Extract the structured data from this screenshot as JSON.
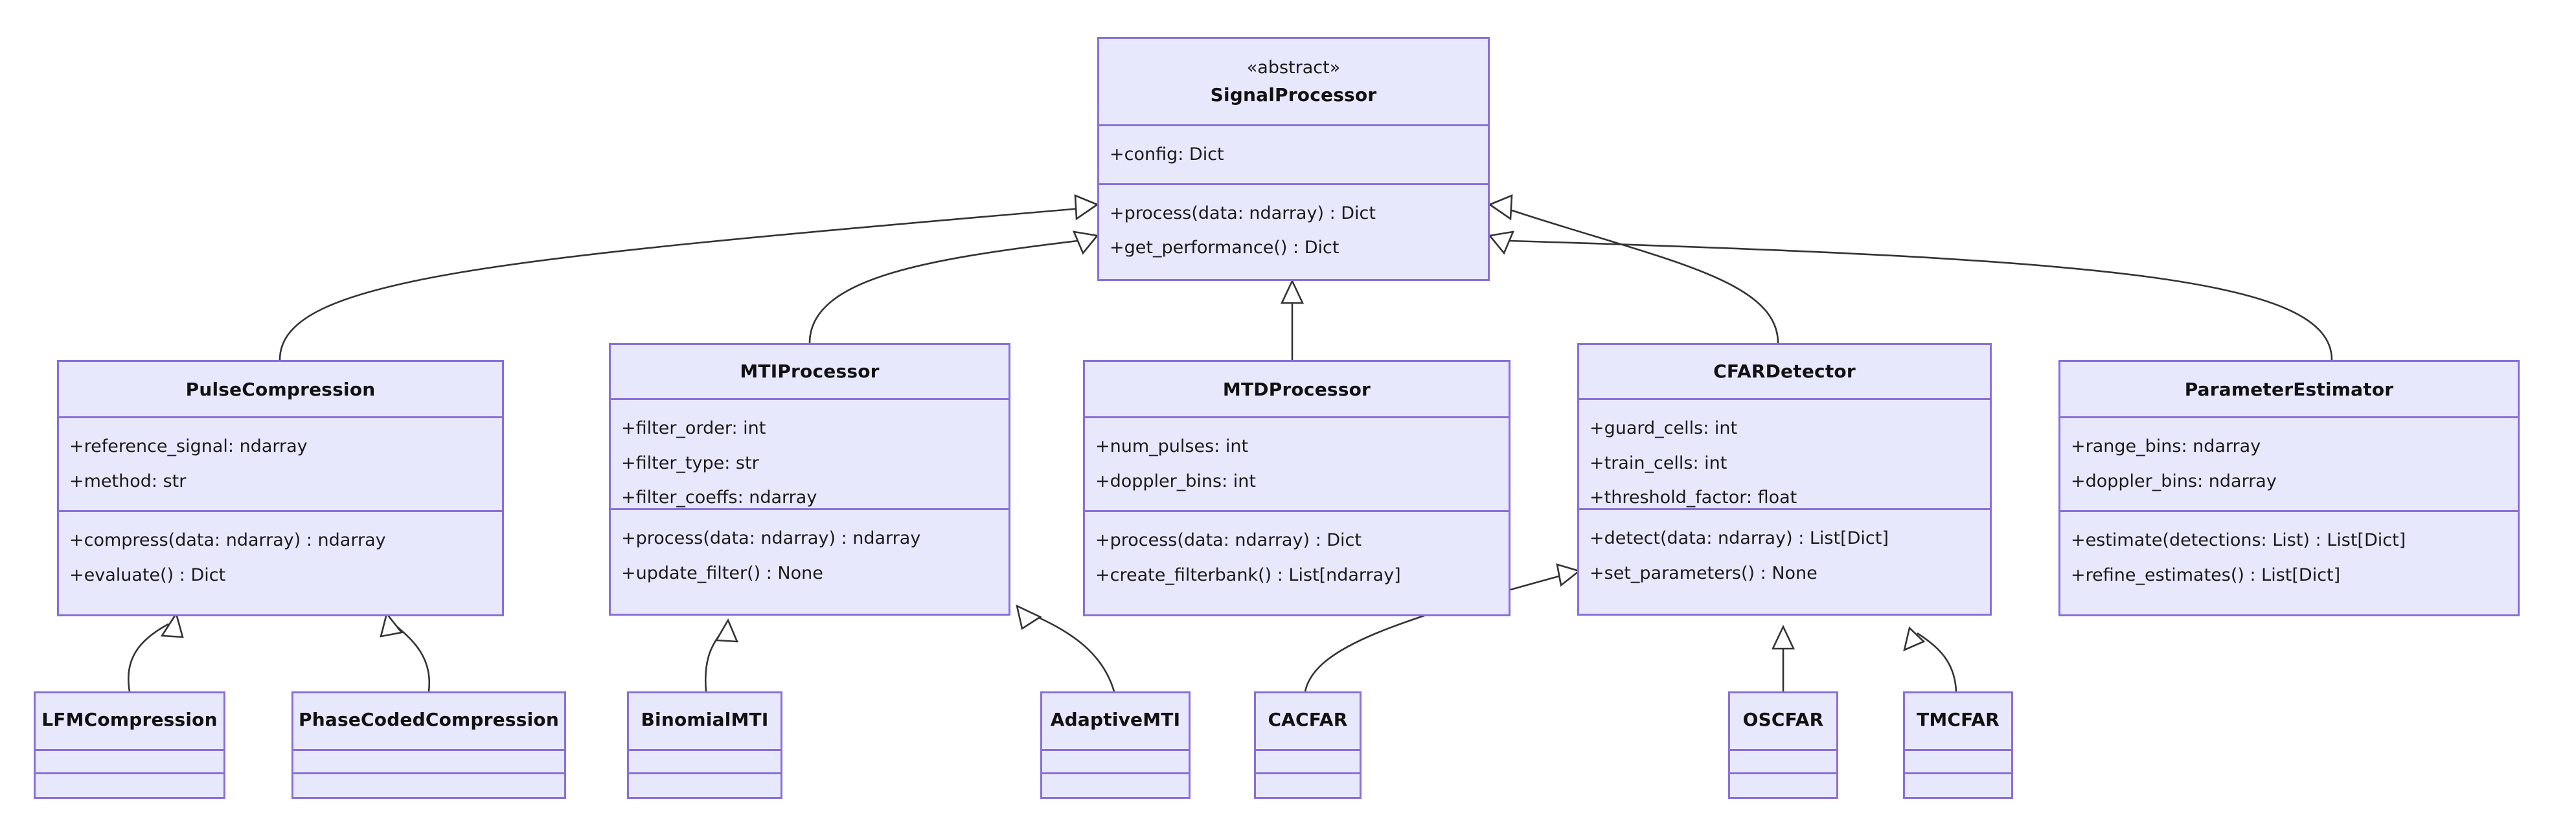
{
  "diagram": {
    "type": "uml-class-diagram",
    "title": "",
    "colors": {
      "class_border": "#8A6FD8",
      "class_fill": "#E8E8FD",
      "edge": "#333333",
      "text": "#1A1A1A",
      "background": "#FFFFFF"
    },
    "relationship_type": "inheritance",
    "arrowhead": "hollow-triangle"
  },
  "classes": [
    {
      "id": "signalprocessor",
      "name": "SignalProcessor",
      "stereotype": "«abstract»",
      "attributes": [
        "+config: Dict"
      ],
      "methods": [
        "+process(data: ndarray) : Dict",
        "+get_performance() : Dict"
      ]
    },
    {
      "id": "pulsecompression",
      "name": "PulseCompression",
      "stereotype": "",
      "attributes": [
        "+reference_signal: ndarray",
        "+method: str"
      ],
      "methods": [
        "+compress(data: ndarray) : ndarray",
        "+evaluate() : Dict"
      ]
    },
    {
      "id": "mtiprocessor",
      "name": "MTIProcessor",
      "stereotype": "",
      "attributes": [
        "+filter_order: int",
        "+filter_type: str",
        "+filter_coeffs: ndarray"
      ],
      "methods": [
        "+process(data: ndarray) : ndarray",
        "+update_filter() : None"
      ]
    },
    {
      "id": "mtdprocessor",
      "name": "MTDProcessor",
      "stereotype": "",
      "attributes": [
        "+num_pulses: int",
        "+doppler_bins: int"
      ],
      "methods": [
        "+process(data: ndarray) : Dict",
        "+create_filterbank() : List[ndarray]"
      ]
    },
    {
      "id": "cfardetector",
      "name": "CFARDetector",
      "stereotype": "",
      "attributes": [
        "+guard_cells: int",
        "+train_cells: int",
        "+threshold_factor: float"
      ],
      "methods": [
        "+detect(data: ndarray) : List[Dict]",
        "+set_parameters() : None"
      ]
    },
    {
      "id": "parameterestimator",
      "name": "ParameterEstimator",
      "stereotype": "",
      "attributes": [
        "+range_bins: ndarray",
        "+doppler_bins: ndarray"
      ],
      "methods": [
        "+estimate(detections: List) : List[Dict]",
        "+refine_estimates() : List[Dict]"
      ]
    },
    {
      "id": "lfmcompression",
      "name": "LFMCompression",
      "stereotype": "",
      "attributes": [],
      "methods": []
    },
    {
      "id": "phasecodedcompression",
      "name": "PhaseCodedCompression",
      "stereotype": "",
      "attributes": [],
      "methods": []
    },
    {
      "id": "binomialmti",
      "name": "BinomialMTI",
      "stereotype": "",
      "attributes": [],
      "methods": []
    },
    {
      "id": "adaptivemti",
      "name": "AdaptiveMTI",
      "stereotype": "",
      "attributes": [],
      "methods": []
    },
    {
      "id": "cacfar",
      "name": "CACFAR",
      "stereotype": "",
      "attributes": [],
      "methods": []
    },
    {
      "id": "oscfar",
      "name": "OSCFAR",
      "stereotype": "",
      "attributes": [],
      "methods": []
    },
    {
      "id": "tmcfar",
      "name": "TMCFAR",
      "stereotype": "",
      "attributes": [],
      "methods": []
    }
  ],
  "relationships": [
    {
      "child": "pulsecompression",
      "parent": "signalprocessor",
      "kind": "inheritance"
    },
    {
      "child": "mtiprocessor",
      "parent": "signalprocessor",
      "kind": "inheritance"
    },
    {
      "child": "mtdprocessor",
      "parent": "signalprocessor",
      "kind": "inheritance"
    },
    {
      "child": "cfardetector",
      "parent": "signalprocessor",
      "kind": "inheritance"
    },
    {
      "child": "parameterestimator",
      "parent": "signalprocessor",
      "kind": "inheritance"
    },
    {
      "child": "lfmcompression",
      "parent": "pulsecompression",
      "kind": "inheritance"
    },
    {
      "child": "phasecodedcompression",
      "parent": "pulsecompression",
      "kind": "inheritance"
    },
    {
      "child": "binomialmti",
      "parent": "mtiprocessor",
      "kind": "inheritance"
    },
    {
      "child": "adaptivemti",
      "parent": "mtiprocessor",
      "kind": "inheritance"
    },
    {
      "child": "cacfar",
      "parent": "cfardetector",
      "kind": "inheritance"
    },
    {
      "child": "oscfar",
      "parent": "cfardetector",
      "kind": "inheritance"
    },
    {
      "child": "tmcfar",
      "parent": "cfardetector",
      "kind": "inheritance"
    }
  ]
}
